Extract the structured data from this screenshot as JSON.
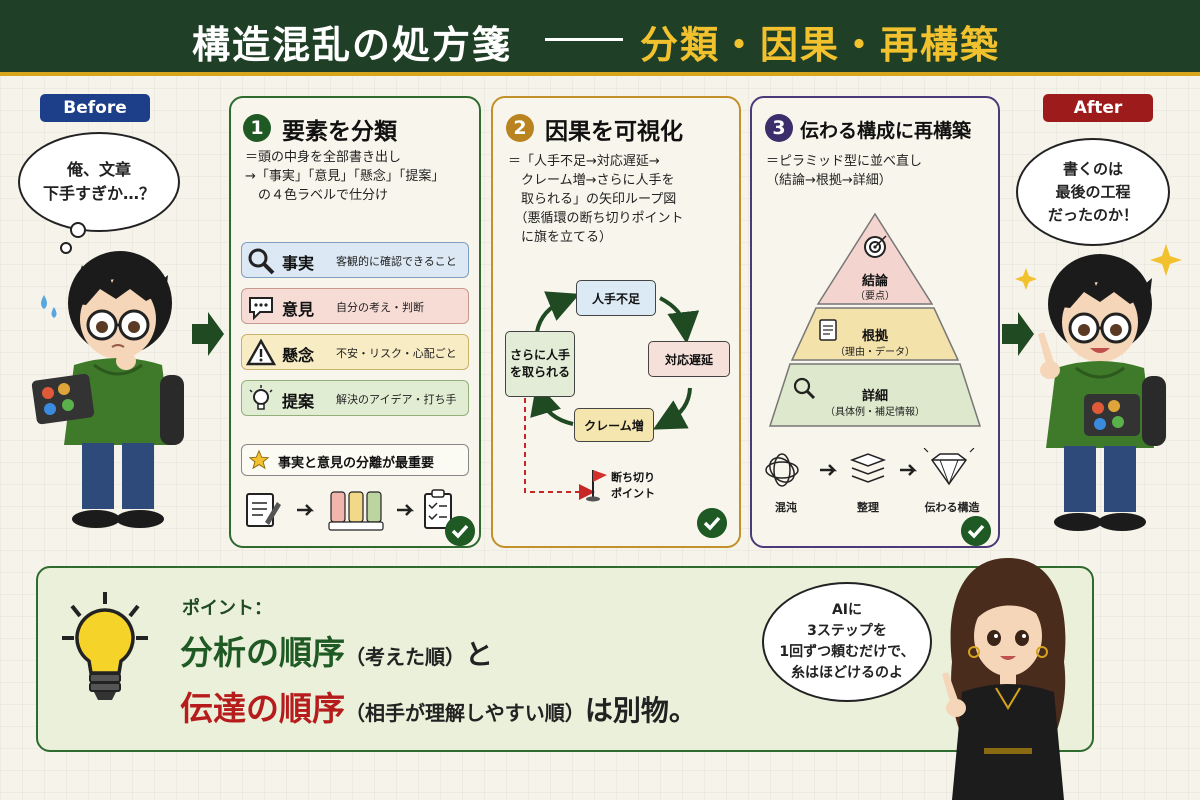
{
  "header": {
    "title_main": "構造混乱の処方箋",
    "title_sub": "分類・因果・再構築"
  },
  "before": {
    "badge": "Before",
    "speech_line1": "俺、文章",
    "speech_line2": "下手すぎか…？"
  },
  "after": {
    "badge": "After",
    "speech_line1": "書くのは",
    "speech_line2": "最後の工程",
    "speech_line3": "だったのか！"
  },
  "panel1": {
    "number": "1",
    "title": "要素を分類",
    "desc": "＝頭の中身を全部書き出し\n→「事実」「意見」「懸念」「提案」\n　の４色ラベルで仕分け",
    "categories": [
      {
        "icon": "magnifier-icon",
        "name": "事実",
        "desc": "客観的に確認できること",
        "color": "#dce9f5"
      },
      {
        "icon": "speech-icon",
        "name": "意見",
        "desc": "自分の考え・判断",
        "color": "#f7dcd6"
      },
      {
        "icon": "warning-icon",
        "name": "懸念",
        "desc": "不安・リスク・心配ごと",
        "color": "#f8ecc4"
      },
      {
        "icon": "lightbulb-icon",
        "name": "提案",
        "desc": "解決のアイデア・打ち手",
        "color": "#e1edd3"
      }
    ],
    "key_point": "事実と意見の分離が最重要"
  },
  "panel2": {
    "number": "2",
    "title": "因果を可視化",
    "desc": "＝「人手不足→対応遅延→\n　クレーム増→さらに人手を\n　取られる」の矢印ループ図\n　（悪循環の断ち切りポイント\n　に旗を立てる）",
    "loop": [
      "人手不足",
      "対応遅延",
      "クレーム増",
      "さらに人手を取られる"
    ],
    "flag_label_line1": "断ち切り",
    "flag_label_line2": "ポイント"
  },
  "panel3": {
    "number": "3",
    "title": "伝わる構成に再構築",
    "desc": "＝ピラミッド型に並べ直し\n（結論→根拠→詳細）",
    "pyramid": [
      {
        "label": "結論",
        "sub": "（要点）",
        "color": "#f4d4cf"
      },
      {
        "label": "根拠",
        "sub": "（理由・データ）",
        "color": "#f4e2ab"
      },
      {
        "label": "詳細",
        "sub": "（具体例・補足情報）",
        "color": "#dde8cc"
      }
    ],
    "flow": [
      "混沌",
      "整理",
      "伝わる構造"
    ]
  },
  "bottom": {
    "point_label": "ポイント：",
    "line1_em": "分析の順序",
    "line1_paren": "（考えた順）",
    "line1_tail": "と",
    "line2_em": "伝達の順序",
    "line2_paren": "（相手が理解しやすい順）",
    "line2_tail": "は別物。",
    "speech_line1": "AIに",
    "speech_line2": "3ステップを",
    "speech_line3": "1回ずつ頼むだけで、",
    "speech_line4": "糸はほどけるのよ"
  },
  "colors": {
    "header_bg": "#1f3f26",
    "accent_gold": "#f2c12e",
    "green": "#1f5a24",
    "red": "#b71c1c",
    "before_blue": "#1d3f8a",
    "after_red": "#9e1b1b"
  }
}
